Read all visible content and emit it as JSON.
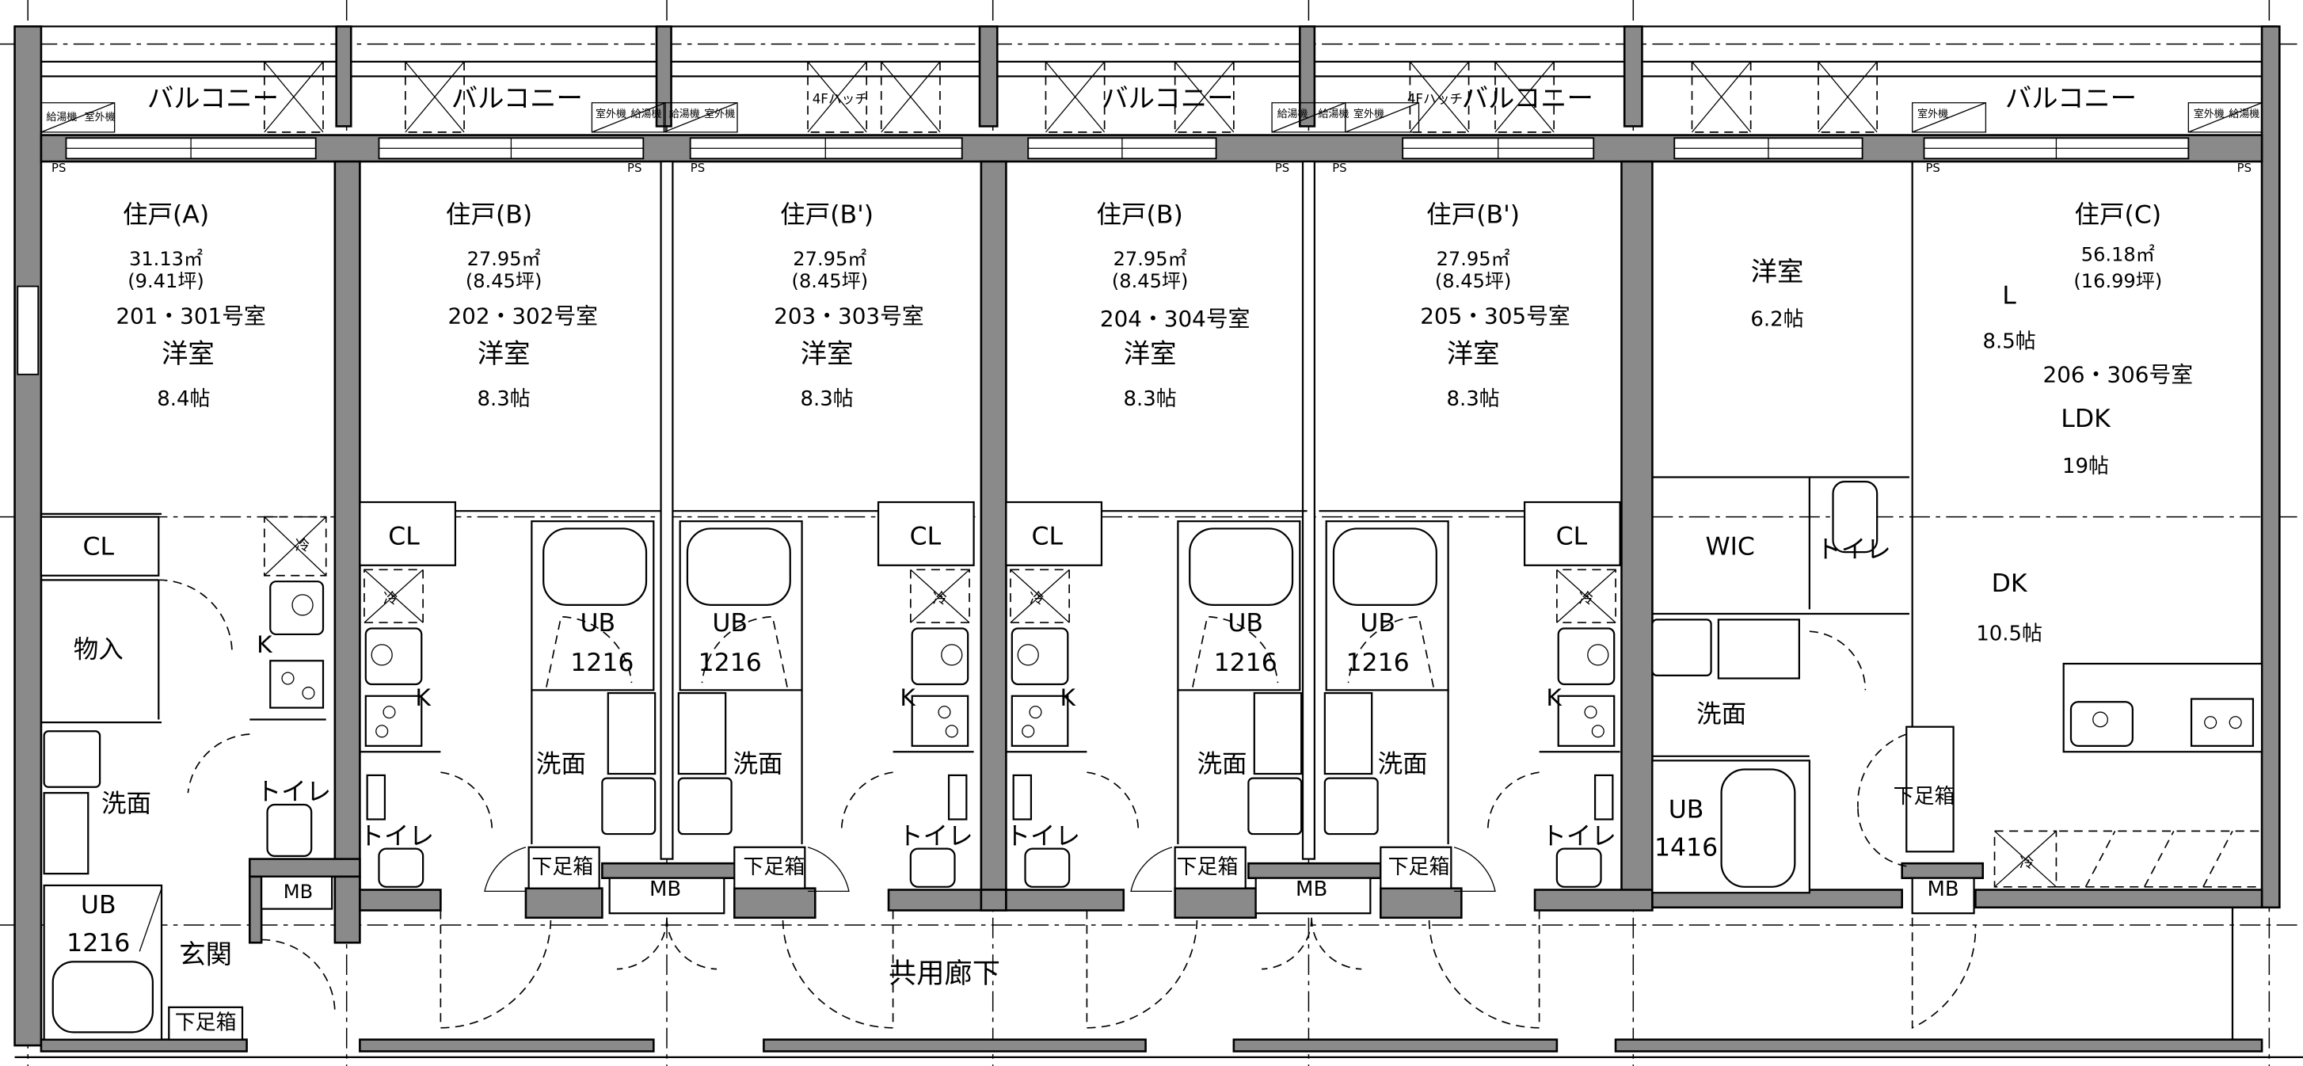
{
  "balcony": {
    "label": "バルコニー",
    "hatch": "4Fハッチ",
    "water_heater": "給湯機",
    "outdoor_unit": "室外機",
    "ps": "PS"
  },
  "common": {
    "corridor": "共用廊下",
    "mb": "MB",
    "fridge": "冷",
    "kitchen": "K",
    "closet": "CL",
    "washroom": "洗面",
    "toilet": "トイレ",
    "shoe_box": "下足箱",
    "unit_bath": "UB"
  },
  "units": [
    {
      "type": "住戸(A)",
      "area_m2": "31.13㎡",
      "area_tsubo": "(9.41坪)",
      "rooms": "201・301号室",
      "room": "洋室",
      "room_size": "8.4帖",
      "storage": "物入",
      "ub_size": "1216",
      "entrance": "玄関"
    },
    {
      "type": "住戸(B)",
      "area_m2": "27.95㎡",
      "area_tsubo": "(8.45坪)",
      "rooms": "202・302号室",
      "room": "洋室",
      "room_size": "8.3帖",
      "ub_size": "1216"
    },
    {
      "type": "住戸(B')",
      "area_m2": "27.95㎡",
      "area_tsubo": "(8.45坪)",
      "rooms": "203・303号室",
      "room": "洋室",
      "room_size": "8.3帖",
      "ub_size": "1216"
    },
    {
      "type": "住戸(B)",
      "area_m2": "27.95㎡",
      "area_tsubo": "(8.45坪)",
      "rooms": "204・304号室",
      "room": "洋室",
      "room_size": "8.3帖",
      "ub_size": "1216"
    },
    {
      "type": "住戸(B')",
      "area_m2": "27.95㎡",
      "area_tsubo": "(8.45坪)",
      "rooms": "205・305号室",
      "room": "洋室",
      "room_size": "8.3帖",
      "ub_size": "1216"
    },
    {
      "type": "住戸(C)",
      "area_m2": "56.18㎡",
      "area_tsubo": "(16.99坪)",
      "rooms": "206・306号室",
      "room": "洋室",
      "room_size": "6.2帖",
      "l_label": "L",
      "l_size": "8.5帖",
      "ldk_label": "LDK",
      "ldk_size": "19帖",
      "dk_label": "DK",
      "dk_size": "10.5帖",
      "wic": "WIC",
      "ub_size": "1416"
    }
  ]
}
